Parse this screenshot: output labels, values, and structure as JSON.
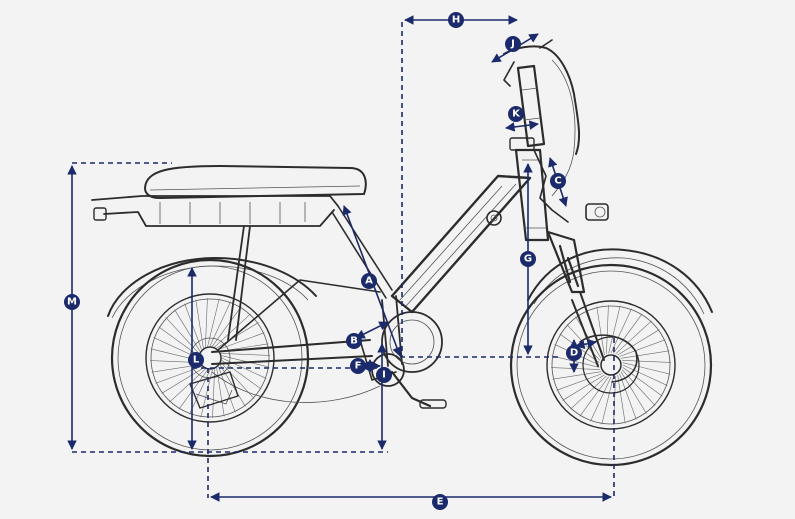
{
  "colors": {
    "dimension": "#1b2a6b",
    "sketch": "#2c2c2c",
    "background": "#f3f3f3"
  },
  "labels": {
    "A": "A",
    "B": "B",
    "C": "C",
    "D": "D",
    "E": "E",
    "F": "F",
    "G": "G",
    "H": "H",
    "I": "I",
    "J": "J",
    "K": "K",
    "L": "L",
    "M": "M"
  }
}
